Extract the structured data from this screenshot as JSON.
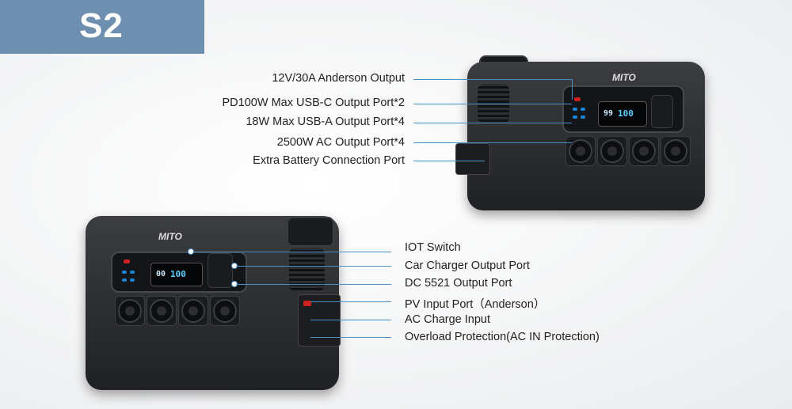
{
  "header": {
    "title": "S2",
    "band_color": "#6e8fb0"
  },
  "accent_color": "#4a90c8",
  "logo_text": "MITO",
  "top_labels": [
    "12V/30A Anderson Output",
    "PD100W Max USB-C Output Port*2",
    "18W Max USB-A Output Port*4",
    "2500W AC Output Port*4",
    "Extra Battery Connection Port"
  ],
  "bottom_labels": [
    "IOT Switch",
    "Car Charger Output Port",
    "DC 5521 Output Port",
    "PV Input Port（Anderson）",
    "AC Charge Input",
    "Overload Protection(AC IN Protection)"
  ],
  "display_top": {
    "left": "99",
    "center": "100"
  },
  "display_bottom": {
    "left": "00",
    "center": "100"
  }
}
